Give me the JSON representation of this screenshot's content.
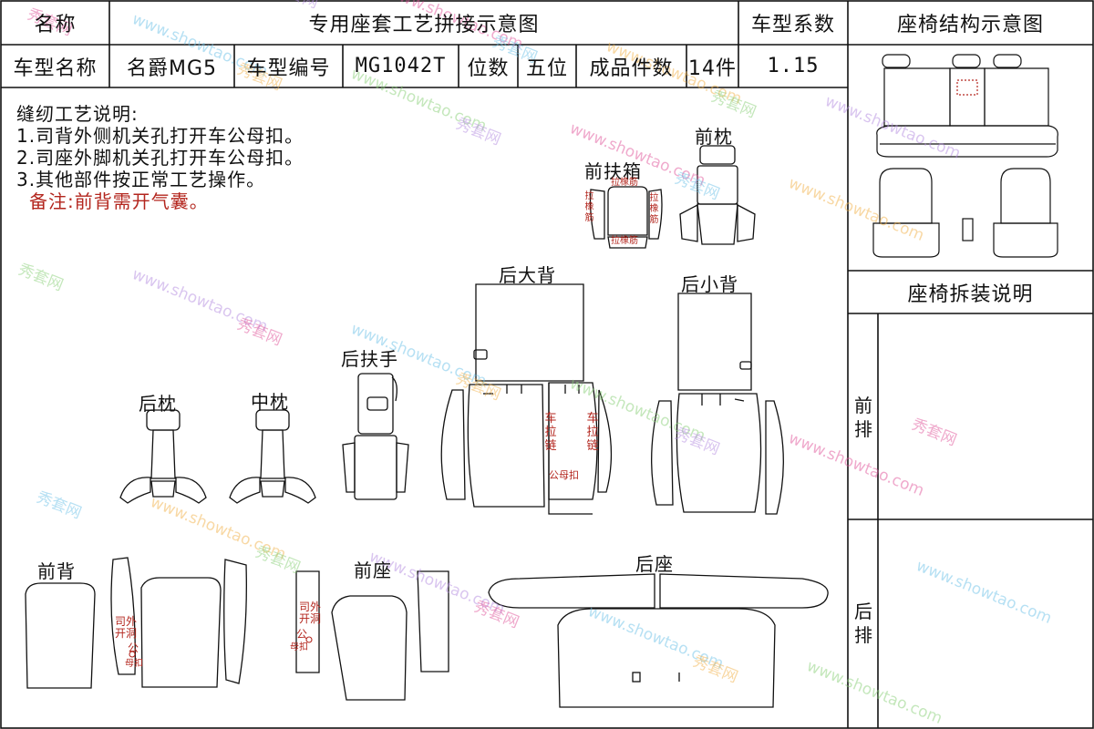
{
  "header": {
    "name_label": "名称",
    "title": "专用座套工艺拼接示意图",
    "coef_label": "车型系数",
    "structure_label": "座椅结构示意图"
  },
  "info": {
    "model_name_label": "车型名称",
    "model_name": "名爵MG5",
    "model_code_label": "车型编号",
    "model_code": "MG1042T",
    "seats_label": "位数",
    "seats": "五位",
    "pieces_label": "成品件数",
    "pieces": "14件",
    "coef": "1.15"
  },
  "notes": {
    "title": "缝纫工艺说明:",
    "items": [
      "1.司背外侧机关孔打开车公母扣。",
      "2.司座外脚机关孔打开车公母扣。",
      "3.其他部件按正常工艺操作。"
    ],
    "remark": "备注:前背需开气囊。"
  },
  "right_panel": {
    "install_label": "座椅拆装说明",
    "front_row": "前排",
    "rear_row": "后排"
  },
  "parts": {
    "front_pillow": "前枕",
    "front_armbox": "前扶箱",
    "rear_big_back": "后大背",
    "rear_small_back": "后小背",
    "rear_armrest": "后扶手",
    "rear_pillow": "后枕",
    "mid_pillow": "中枕",
    "front_back": "前背",
    "front_seat": "前座",
    "rear_seat": "后座"
  },
  "annotations": {
    "elastic_top": "拉橡筋",
    "elastic_bottom": "拉橡筋",
    "elastic_left": "拉橡筋",
    "elastic_right": "拉橡筋",
    "zip_left": "车拉链",
    "zip_right": "车拉链",
    "male_female": "公母扣",
    "back_hole_line1": "司外",
    "back_hole_line2": "开洞",
    "back_hole_line3": "公",
    "back_hole_line4": "母扣",
    "seat_hole_line1": "司外",
    "seat_hole_line2": "开洞",
    "seat_hole_line3": "公",
    "seat_hole_line4": "母扣"
  },
  "watermark": {
    "brand": "秀套网",
    "url": "www.showtao.com",
    "colors": [
      "#e0559a",
      "#6fc2e8",
      "#f2b24c",
      "#8bd07a",
      "#b58de0"
    ]
  }
}
